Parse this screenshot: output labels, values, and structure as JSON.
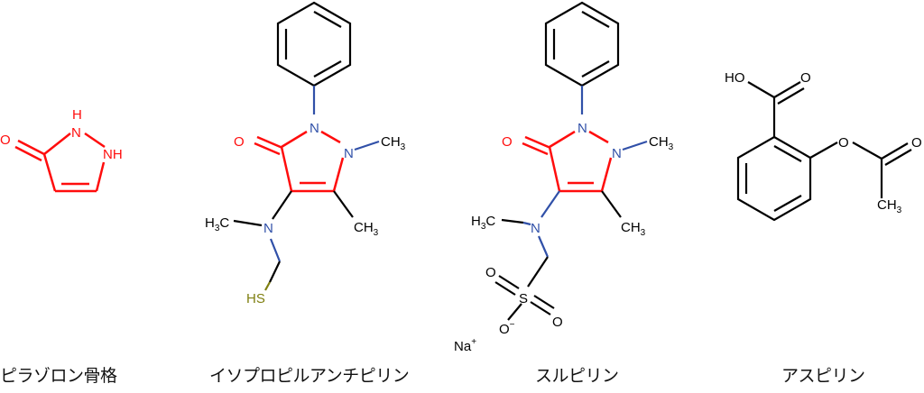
{
  "colors": {
    "pyrazolone": "#ff0d0d",
    "nitrogen": "#3050a8",
    "sulfur_thiol": "#7f7f10",
    "bond": "#000000"
  },
  "molecules": [
    {
      "name": "ピラゾロン骨格",
      "atoms": {
        "O": "O",
        "NH_top_H": "H",
        "NH_top_N": "N",
        "NH_right": "NH"
      }
    },
    {
      "name": "イソプロピルアンチピリン",
      "atoms": {
        "O": "O",
        "N1": "N",
        "N2": "N",
        "CH3_N2": "CH",
        "CH3_N2_sub": "3",
        "CH3_C5": "CH",
        "CH3_C5_sub": "3",
        "N_amine": "N",
        "H3C_amine_H": "H",
        "H3C_amine_sub": "3",
        "H3C_amine_C": "C",
        "SH": "HS"
      }
    },
    {
      "name": "スルピリン",
      "atoms": {
        "O": "O",
        "N1": "N",
        "N2": "N",
        "CH3_N2": "CH",
        "CH3_N2_sub": "3",
        "CH3_C5": "CH",
        "CH3_C5_sub": "3",
        "N_amine": "N",
        "H3C_amine_H": "H",
        "H3C_amine_sub": "3",
        "H3C_amine_C": "C",
        "S": "S",
        "O_top": "O",
        "O_right": "O",
        "O_minus": "O",
        "minus": "−",
        "Na": "Na",
        "plus": "+"
      }
    },
    {
      "name": "アスピリン",
      "atoms": {
        "HO": "HO",
        "O_carbonyl": "O",
        "O_ester": "O",
        "O_acetyl": "O",
        "CH3": "CH",
        "CH3_sub": "3"
      }
    }
  ]
}
